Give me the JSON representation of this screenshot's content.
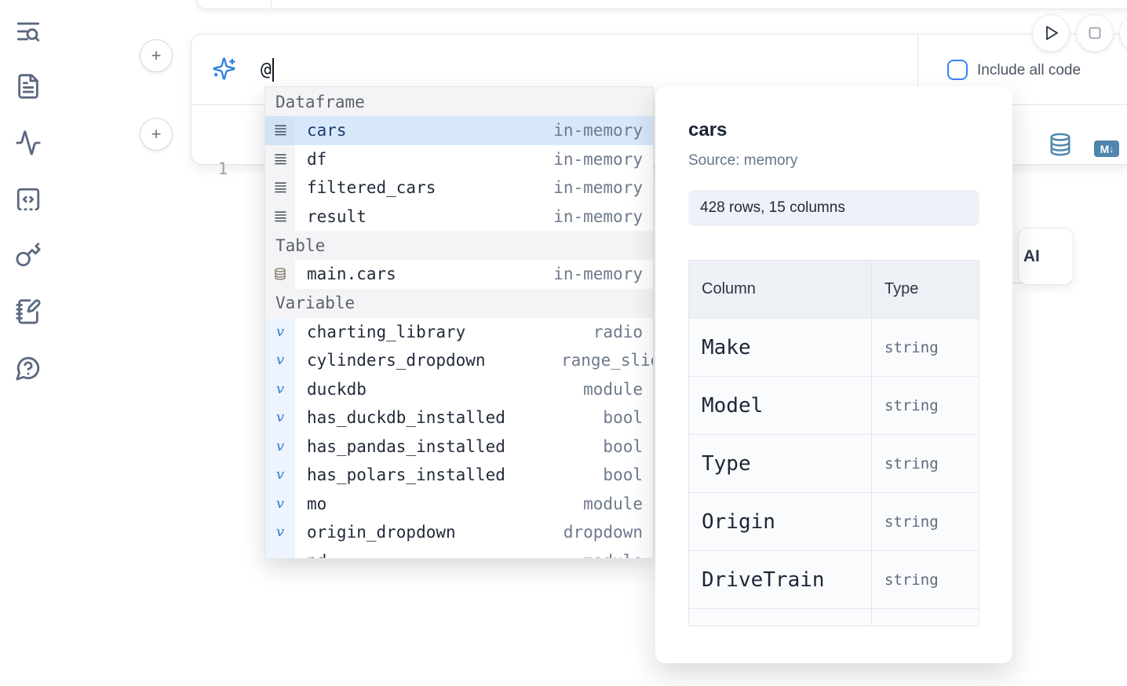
{
  "colors": {
    "accent_blue": "#2f7fe0",
    "steel_blue": "#4e86ad",
    "selected_row": "#d7e8fa",
    "sidebar_icon": "#5b6880",
    "border": "#e4e4e7",
    "text_dark": "#1f2937",
    "text_gray": "#6e7a8c"
  },
  "sidebar": {
    "icons": [
      {
        "name": "list-search-icon"
      },
      {
        "name": "file-document-icon"
      },
      {
        "name": "activity-icon"
      },
      {
        "name": "code-square-icon"
      },
      {
        "name": "key-icon"
      },
      {
        "name": "notebook-pen-icon"
      },
      {
        "name": "help-chat-icon"
      }
    ]
  },
  "controls": {
    "add_cell_label": "+",
    "run_icon": "play-icon",
    "stop_icon": "stop-square-icon",
    "db_icon": "database-icon",
    "markdown_icon": "markdown-convert-icon",
    "md_letter": "M",
    "md_arrow": "↓"
  },
  "ai_input": {
    "value": "@",
    "include_all_code_label": "Include all code",
    "checkbox_checked": false,
    "sparkle_icon": "sparkles-ai-icon"
  },
  "code_editor": {
    "line_number": "1"
  },
  "autocomplete": {
    "sections": [
      {
        "label": "Dataframe",
        "items": [
          {
            "name": "cars",
            "type": "in-memory",
            "kind": "df",
            "state": "selected"
          },
          {
            "name": "df",
            "type": "in-memory",
            "kind": "df"
          },
          {
            "name": "filtered_cars",
            "type": "in-memory",
            "kind": "df"
          },
          {
            "name": "result",
            "type": "in-memory",
            "kind": "df"
          }
        ]
      },
      {
        "label": "Table",
        "items": [
          {
            "name": "main.cars",
            "type": "in-memory",
            "kind": "table"
          }
        ]
      },
      {
        "label": "Variable",
        "items": [
          {
            "name": "charting_library",
            "type": "radio",
            "kind": "var"
          },
          {
            "name": "cylinders_dropdown",
            "type": "range_slider",
            "kind": "var",
            "tclip": "clip"
          },
          {
            "name": "duckdb",
            "type": "module",
            "kind": "var"
          },
          {
            "name": "has_duckdb_installed",
            "type": "bool",
            "kind": "var"
          },
          {
            "name": "has_pandas_installed",
            "type": "bool",
            "kind": "var"
          },
          {
            "name": "has_polars_installed",
            "type": "bool",
            "kind": "var"
          },
          {
            "name": "mo",
            "type": "module",
            "kind": "var"
          },
          {
            "name": "origin_dropdown",
            "type": "dropdown",
            "kind": "var"
          },
          {
            "name": "pd",
            "type": "module",
            "kind": "var"
          }
        ]
      }
    ]
  },
  "preview": {
    "title": "cars",
    "source": "Source: memory",
    "shape": "428 rows, 15 columns",
    "table": {
      "headers": [
        "Column",
        "Type"
      ],
      "rows": [
        [
          "Make",
          "string"
        ],
        [
          "Model",
          "string"
        ],
        [
          "Type",
          "string"
        ],
        [
          "Origin",
          "string"
        ],
        [
          "DriveTrain",
          "string"
        ],
        [
          "",
          ""
        ]
      ]
    }
  },
  "ai_card": {
    "label": "l AI"
  }
}
